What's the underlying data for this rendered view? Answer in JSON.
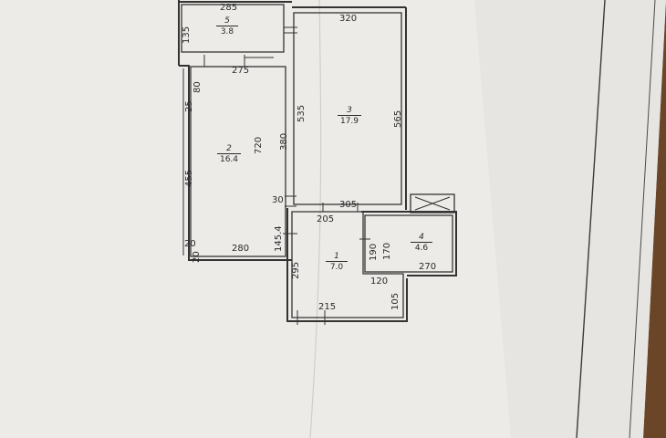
{
  "photo": {
    "subject": "",
    "colors": {
      "background_wood": "#5a3a22",
      "paper": "#ecebe8",
      "ink": "#2a2a2a"
    }
  },
  "rooms": [
    {
      "number": "5",
      "area": "3.8"
    },
    {
      "number": "2",
      "area": "16.4"
    },
    {
      "number": "3",
      "area": "17.9"
    },
    {
      "number": "1",
      "area": "7.0"
    },
    {
      "number": "4",
      "area": "4.6"
    }
  ],
  "dimensions": {
    "d285": "285",
    "d135": "135",
    "d320": "320",
    "d80": "80",
    "d275": "275",
    "d25": "25",
    "d535": "535",
    "d565": "565",
    "d720": "720",
    "d380": "380",
    "d455": "455",
    "d30": "30",
    "d305": "305",
    "d205": "205",
    "d1454": "145.4",
    "d190": "190",
    "d170": "170",
    "d20a": "20",
    "d20b": "20",
    "d280": "280",
    "d295": "295",
    "d270": "270",
    "d120": "120",
    "d105": "105",
    "d215": "215"
  }
}
